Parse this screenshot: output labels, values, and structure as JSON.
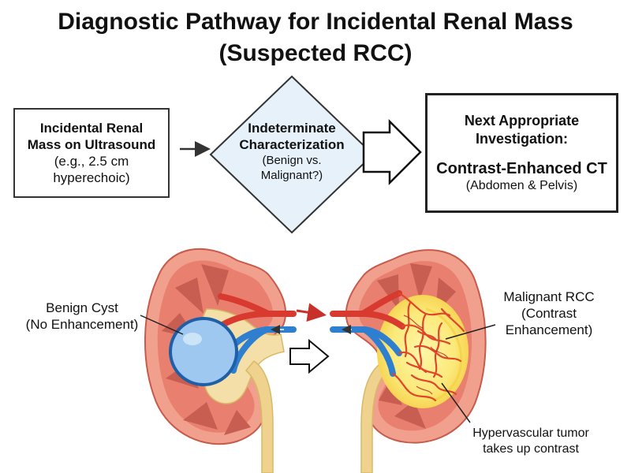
{
  "title": {
    "line1": "Diagnostic Pathway for Incidental Renal Mass",
    "line2": "(Suspected RCC)"
  },
  "start_box": {
    "line1": "Incidental Renal",
    "line2": "Mass on Ultrasound",
    "line3": "(e.g., 2.5 cm",
    "line4": "hyperechoic)"
  },
  "decision": {
    "line1": "Indeterminate",
    "line2": "Characterization",
    "line3": "(Benign vs.",
    "line4": "Malignant?)"
  },
  "result_box": {
    "line1": "Next Appropriate",
    "line2": "Investigation:",
    "line3": "Contrast-Enhanced CT",
    "line4": "(Abdomen & Pelvis)"
  },
  "labels": {
    "benign_line1": "Benign Cyst",
    "benign_line2": "(No Enhancement)",
    "malignant_line1": "Malignant RCC",
    "malignant_line2": "(Contrast",
    "malignant_line3": "Enhancement)",
    "tumor_line1": "Hypervascular tumor",
    "tumor_line2": "takes up contrast"
  },
  "colors": {
    "kidney_outer": "#f2a08e",
    "kidney_cortex": "#e9806f",
    "pyramid": "#c85d52",
    "pelvis": "#f3dfa7",
    "ureter": "#eed28e",
    "artery": "#d93a30",
    "vein": "#2f7fd0",
    "cyst": "#9ec8ef",
    "tumor_glow": "#fbe97a",
    "diamond_fill": "#e6f1fa"
  }
}
